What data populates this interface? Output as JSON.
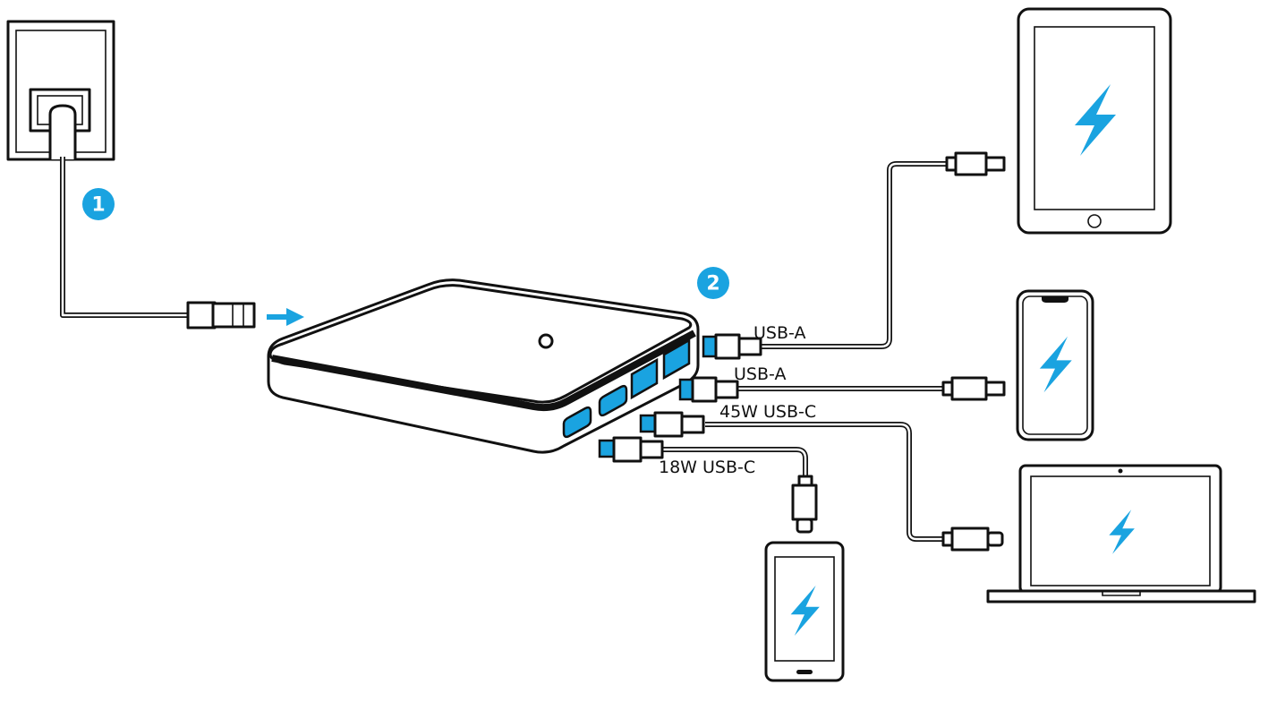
{
  "steps": [
    {
      "number": "1"
    },
    {
      "number": "2"
    }
  ],
  "ports": [
    {
      "label": "USB-A"
    },
    {
      "label": "USB-A"
    },
    {
      "label": "45W USB-C"
    },
    {
      "label": "18W USB-C"
    }
  ],
  "colors": {
    "accent": "#1aa3e0",
    "ink": "#111111",
    "background": "#ffffff"
  },
  "icons": [
    "wall-outlet-icon",
    "power-plug-icon",
    "arrow-right-icon",
    "charging-hub",
    "tablet-icon",
    "smartphone-icon",
    "laptop-icon",
    "android-phone-icon",
    "lightning-bolt-icon"
  ]
}
